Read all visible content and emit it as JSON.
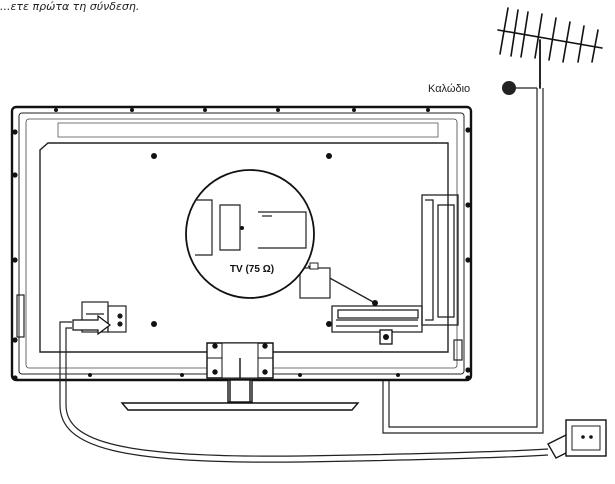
{
  "caption": "...ετε πρώτα τη σύνδεση.",
  "labels": {
    "cable": "Καλώδιο",
    "tv_jack": "TV (75 Ω)"
  },
  "icons": [
    "antenna-icon",
    "tv-back-panel",
    "wall-outlet-icon",
    "power-plug-icon"
  ]
}
